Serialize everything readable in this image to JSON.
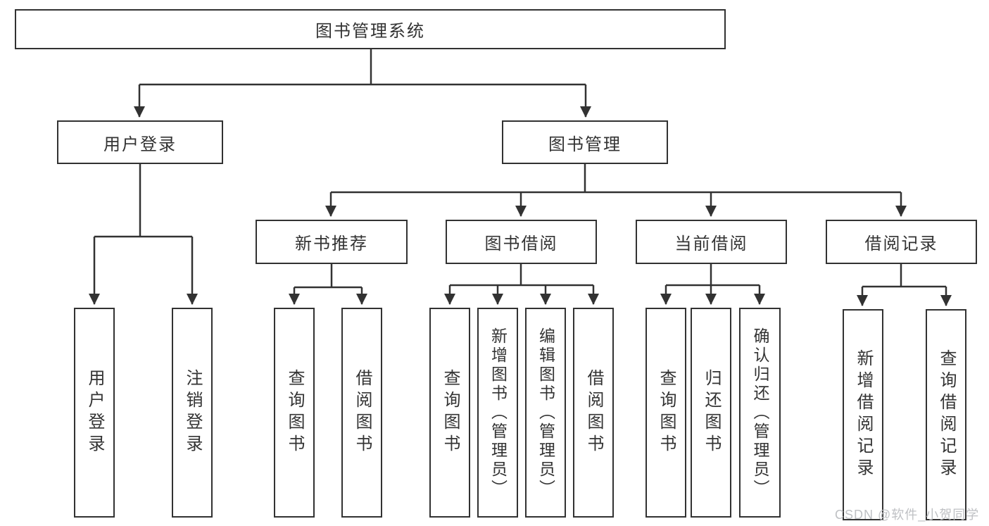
{
  "colors": {
    "line": "#333333",
    "border": "#323232",
    "text": "#333333",
    "watermark": "#bfc1c4",
    "background": "#ffffff"
  },
  "tree": {
    "root": {
      "label": "图书管理系统"
    },
    "user_login": {
      "label": "用户登录",
      "children": {
        "login": {
          "label": "用户登录"
        },
        "logout": {
          "label": "注销登录"
        }
      }
    },
    "book_mgmt": {
      "label": "图书管理"
    },
    "new_books": {
      "label": "新书推荐",
      "children": {
        "query": {
          "label": "查询图书"
        },
        "borrow": {
          "label": "借阅图书"
        }
      }
    },
    "book_borrow": {
      "label": "图书借阅",
      "children": {
        "query": {
          "label": "查询图书"
        },
        "add": {
          "label": "新增图书（管理员）"
        },
        "edit": {
          "label": "编辑图书（管理员）"
        },
        "borrow": {
          "label": "借阅图书"
        }
      }
    },
    "current_borrow": {
      "label": "当前借阅",
      "children": {
        "query": {
          "label": "查询图书"
        },
        "return": {
          "label": "归还图书"
        },
        "confirm": {
          "label": "确认归还（管理员）"
        }
      }
    },
    "borrow_records": {
      "label": "借阅记录",
      "children": {
        "add": {
          "label": "新增借阅记录"
        },
        "query": {
          "label": "查询借阅记录"
        }
      }
    }
  },
  "watermark": {
    "text": "CSDN @软件_小贺同学"
  }
}
